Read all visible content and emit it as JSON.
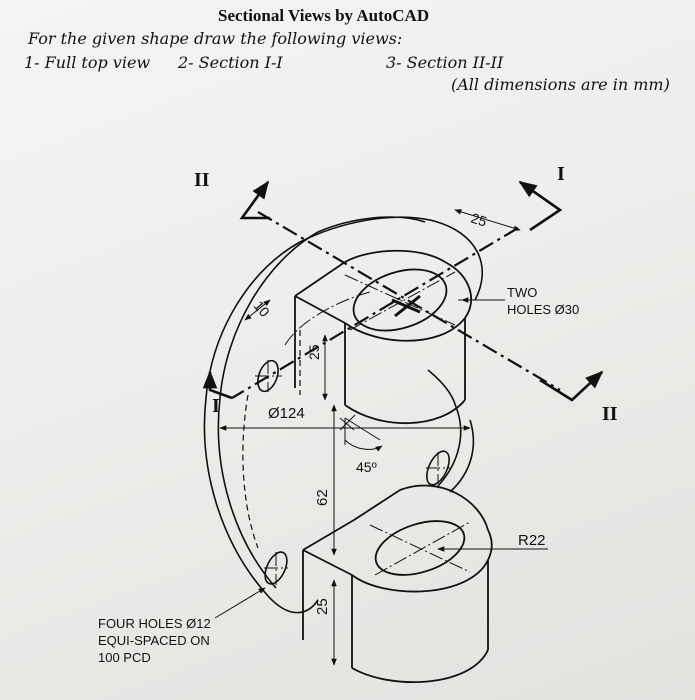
{
  "header": {
    "title": "Sectional Views by AutoCAD",
    "instruction": "For the given shape draw the following views:",
    "tasks": [
      "1- Full top view",
      "2- Section I-I",
      "3- Section II-II"
    ],
    "note": "(All dimensions are in mm)"
  },
  "section_labels": {
    "section_one": "I",
    "section_two": "II"
  },
  "dimensions": {
    "top_width": "25",
    "wall": "10",
    "boss_height": "25",
    "pcd_diameter": "Ø124",
    "angle": "45º",
    "vertical_gap": "62",
    "lower_height": "25",
    "radius": "R22"
  },
  "callouts": {
    "two_holes_line1": "TWO",
    "two_holes_line2": "HOLES Ø30",
    "four_holes_line1": "FOUR HOLES Ø12",
    "four_holes_line2": "EQUI-SPACED ON",
    "four_holes_line3": "100 PCD"
  }
}
